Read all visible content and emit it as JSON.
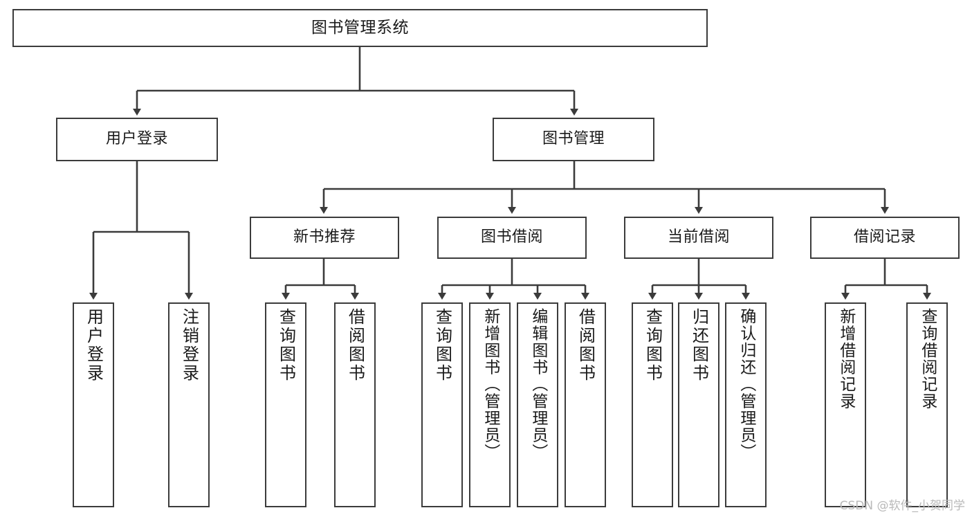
{
  "diagram": {
    "title": "图书管理系统",
    "type": "tree",
    "watermark": "CSDN @软件_小贺同学",
    "colors": {
      "box_border": "#3b3b3b",
      "box_fill": "#ffffff",
      "edge": "#3b3b3b",
      "text": "#1a1a1a",
      "watermark": "#b9b9b9"
    },
    "nodes": {
      "root": {
        "label": "图书管理系统"
      },
      "level2": [
        {
          "id": "user-login",
          "label": "用户登录"
        },
        {
          "id": "book-management",
          "label": "图书管理"
        }
      ],
      "level3": [
        {
          "id": "new-book-recommend",
          "label": "新书推荐"
        },
        {
          "id": "book-borrow",
          "label": "图书借阅"
        },
        {
          "id": "current-borrow",
          "label": "当前借阅"
        },
        {
          "id": "borrow-record",
          "label": "借阅记录"
        }
      ],
      "leaves": [
        {
          "id": "leaf-user-login",
          "label": "用户登录",
          "parent": "user-login"
        },
        {
          "id": "leaf-user-logout",
          "label": "注销登录",
          "parent": "user-login"
        },
        {
          "id": "leaf-query-book-1",
          "label": "查询图书",
          "parent": "new-book-recommend"
        },
        {
          "id": "leaf-borrow-book-1",
          "label": "借阅图书",
          "parent": "new-book-recommend"
        },
        {
          "id": "leaf-query-book-2",
          "label": "查询图书",
          "parent": "book-borrow"
        },
        {
          "id": "leaf-add-book",
          "label": "新增图书（管理员）",
          "parent": "book-borrow"
        },
        {
          "id": "leaf-edit-book",
          "label": "编辑图书（管理员）",
          "parent": "book-borrow"
        },
        {
          "id": "leaf-borrow-book-2",
          "label": "借阅图书",
          "parent": "book-borrow"
        },
        {
          "id": "leaf-query-book-3",
          "label": "查询图书",
          "parent": "current-borrow"
        },
        {
          "id": "leaf-return-book",
          "label": "归还图书",
          "parent": "current-borrow"
        },
        {
          "id": "leaf-confirm-return",
          "label": "确认归还（管理员）",
          "parent": "current-borrow"
        },
        {
          "id": "leaf-add-record",
          "label": "新增借阅记录",
          "parent": "borrow-record"
        },
        {
          "id": "leaf-query-record",
          "label": "查询借阅记录",
          "parent": "borrow-record"
        }
      ]
    }
  }
}
